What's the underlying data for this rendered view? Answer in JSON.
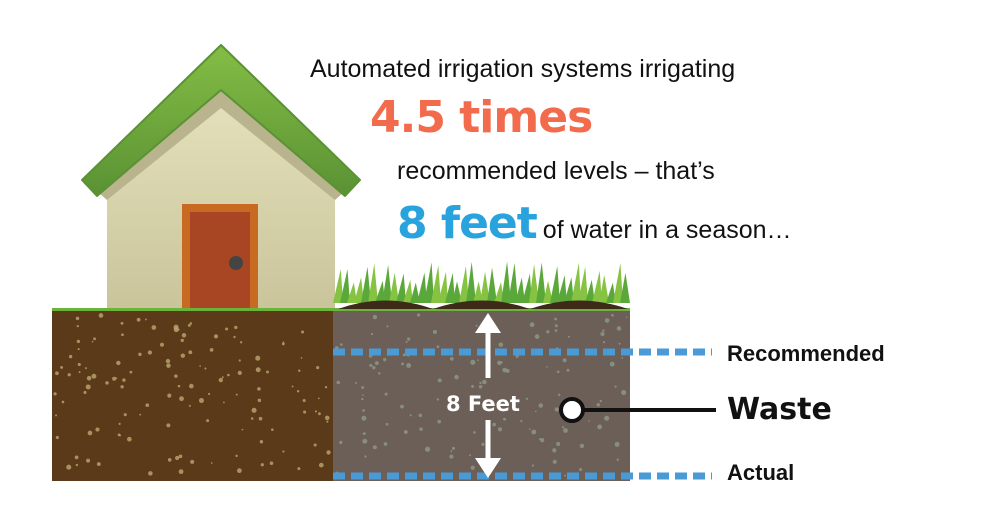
{
  "headline": {
    "line1": "Automated irrigation systems irrigating",
    "highlight1": "4.5 times",
    "line2": "recommended levels – that’s",
    "highlight2": "8 feet",
    "line3": "of water in a season…"
  },
  "diagram": {
    "depth_label": "8 Feet",
    "recommended_label": "Recommended",
    "waste_label": "Waste",
    "actual_label": "Actual"
  },
  "colors": {
    "highlight1": "#f26b4c",
    "highlight2": "#29a3de",
    "dashed_line": "#4a9ad6",
    "soil_left": "#5a3a18",
    "soil_right": "#6b5f57",
    "roof": "#6aa43a"
  }
}
